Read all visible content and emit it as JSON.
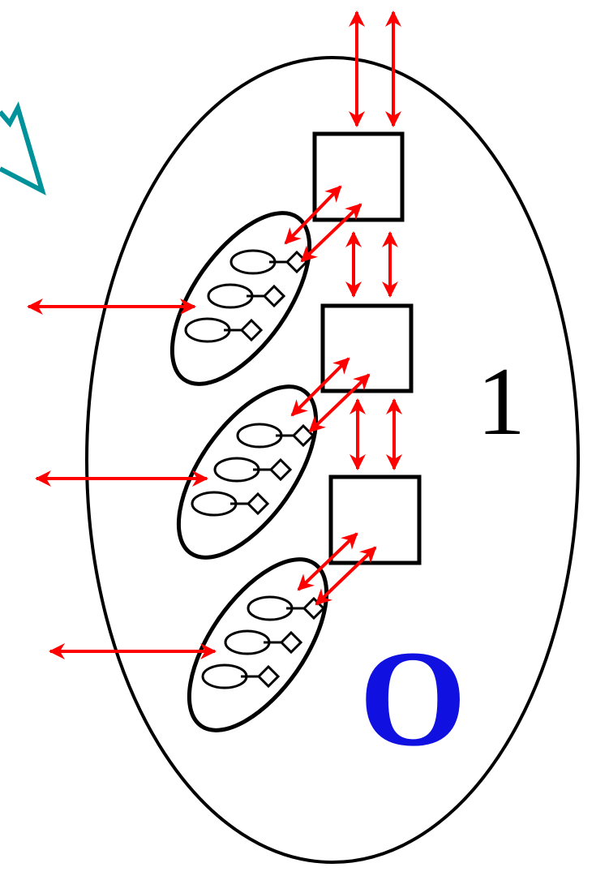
{
  "labels": {
    "one": "1",
    "zero": "O"
  },
  "colors": {
    "arrow": "#ff0000",
    "outline": "#000000",
    "pointer": "#00929a",
    "zero": "#1010e0"
  },
  "groups": [
    {
      "name": "group-1",
      "members": 3
    },
    {
      "name": "group-2",
      "members": 3
    },
    {
      "name": "group-3",
      "members": 3
    }
  ]
}
